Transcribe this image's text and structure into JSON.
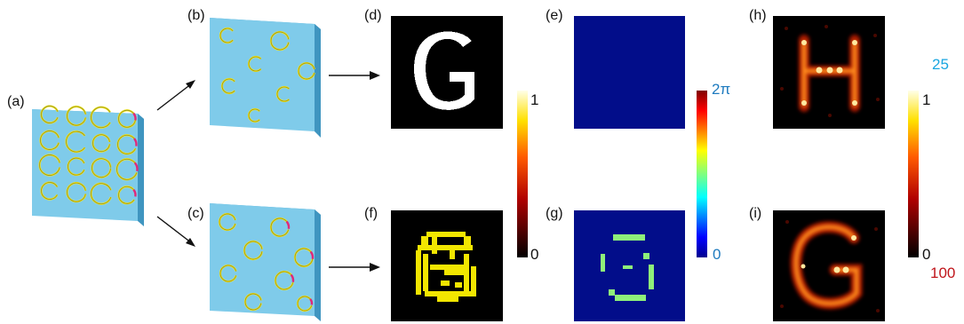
{
  "panels": {
    "a": "(a)",
    "b": "(b)",
    "c": "(c)",
    "d": "(d)",
    "e": "(e)",
    "f": "(f)",
    "g": "(g)",
    "h": "(h)",
    "i": "(i)"
  },
  "colorbars": {
    "amplitude": {
      "max": "1",
      "min": "0"
    },
    "phase": {
      "max": "2π",
      "min": "0"
    },
    "intensity": {
      "max": "1",
      "min": "0",
      "top_value": "25",
      "bottom_value": "100"
    }
  },
  "images": {
    "d_letter": "G",
    "h_letter": "H",
    "i_letter": "G"
  },
  "colors": {
    "substrate": "#7fcbea",
    "ring": "#f4e81a",
    "dark_blue": "#020d8a",
    "phase_green": "#8ef07a",
    "amp_yellow": "#f2e600"
  }
}
